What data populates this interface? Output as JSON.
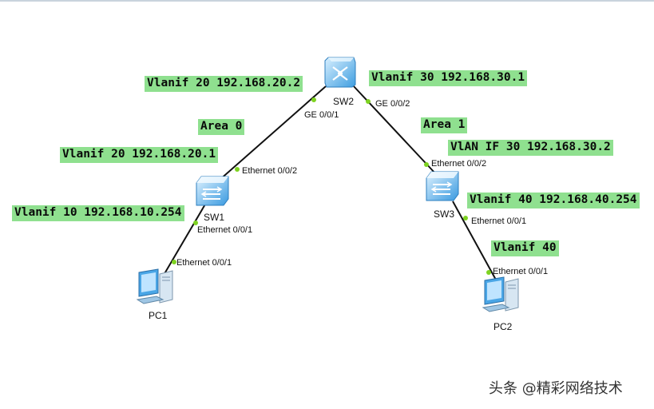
{
  "title_bar_color": "#c9d3dd",
  "colors": {
    "label_bg": "#8fe08f",
    "link": "#111111",
    "port_dot": "#7ed321",
    "device": "#4aa6e6"
  },
  "devices": {
    "sw2": {
      "name": "SW2",
      "icon": "layer3-switch-icon"
    },
    "sw1": {
      "name": "SW1",
      "icon": "switch-icon"
    },
    "sw3": {
      "name": "SW3",
      "icon": "switch-icon"
    },
    "pc1": {
      "name": "PC1",
      "icon": "pc-icon"
    },
    "pc2": {
      "name": "PC2",
      "icon": "pc-icon"
    }
  },
  "ports": {
    "sw2_left": "GE 0/0/1",
    "sw2_right": "GE 0/0/2",
    "sw1_top": "Ethernet 0/0/2",
    "sw1_bottom": "Ethernet 0/0/1",
    "pc1": "Ethernet 0/0/1",
    "sw3_top": "Ethernet 0/0/2",
    "sw3_bottom": "Ethernet 0/0/1",
    "pc2": "Ethernet 0/0/1"
  },
  "labels": {
    "sw2_vlanif20": "Vlanif 20 192.168.20.2",
    "sw2_vlanif30": "Vlanif 30 192.168.30.1",
    "area0": "Area 0",
    "area1": "Area 1",
    "sw1_vlanif20": "Vlanif 20 192.168.20.1",
    "sw1_vlanif10": "Vlanif 10 192.168.10.254",
    "sw3_vlanif30": "VlAN IF 30 192.168.30.2",
    "sw3_vlanif40": "Vlanif 40 192.168.40.254",
    "pc2_vlanif40": "Vlanif 40"
  },
  "watermark": "头条 @精彩网络技术"
}
